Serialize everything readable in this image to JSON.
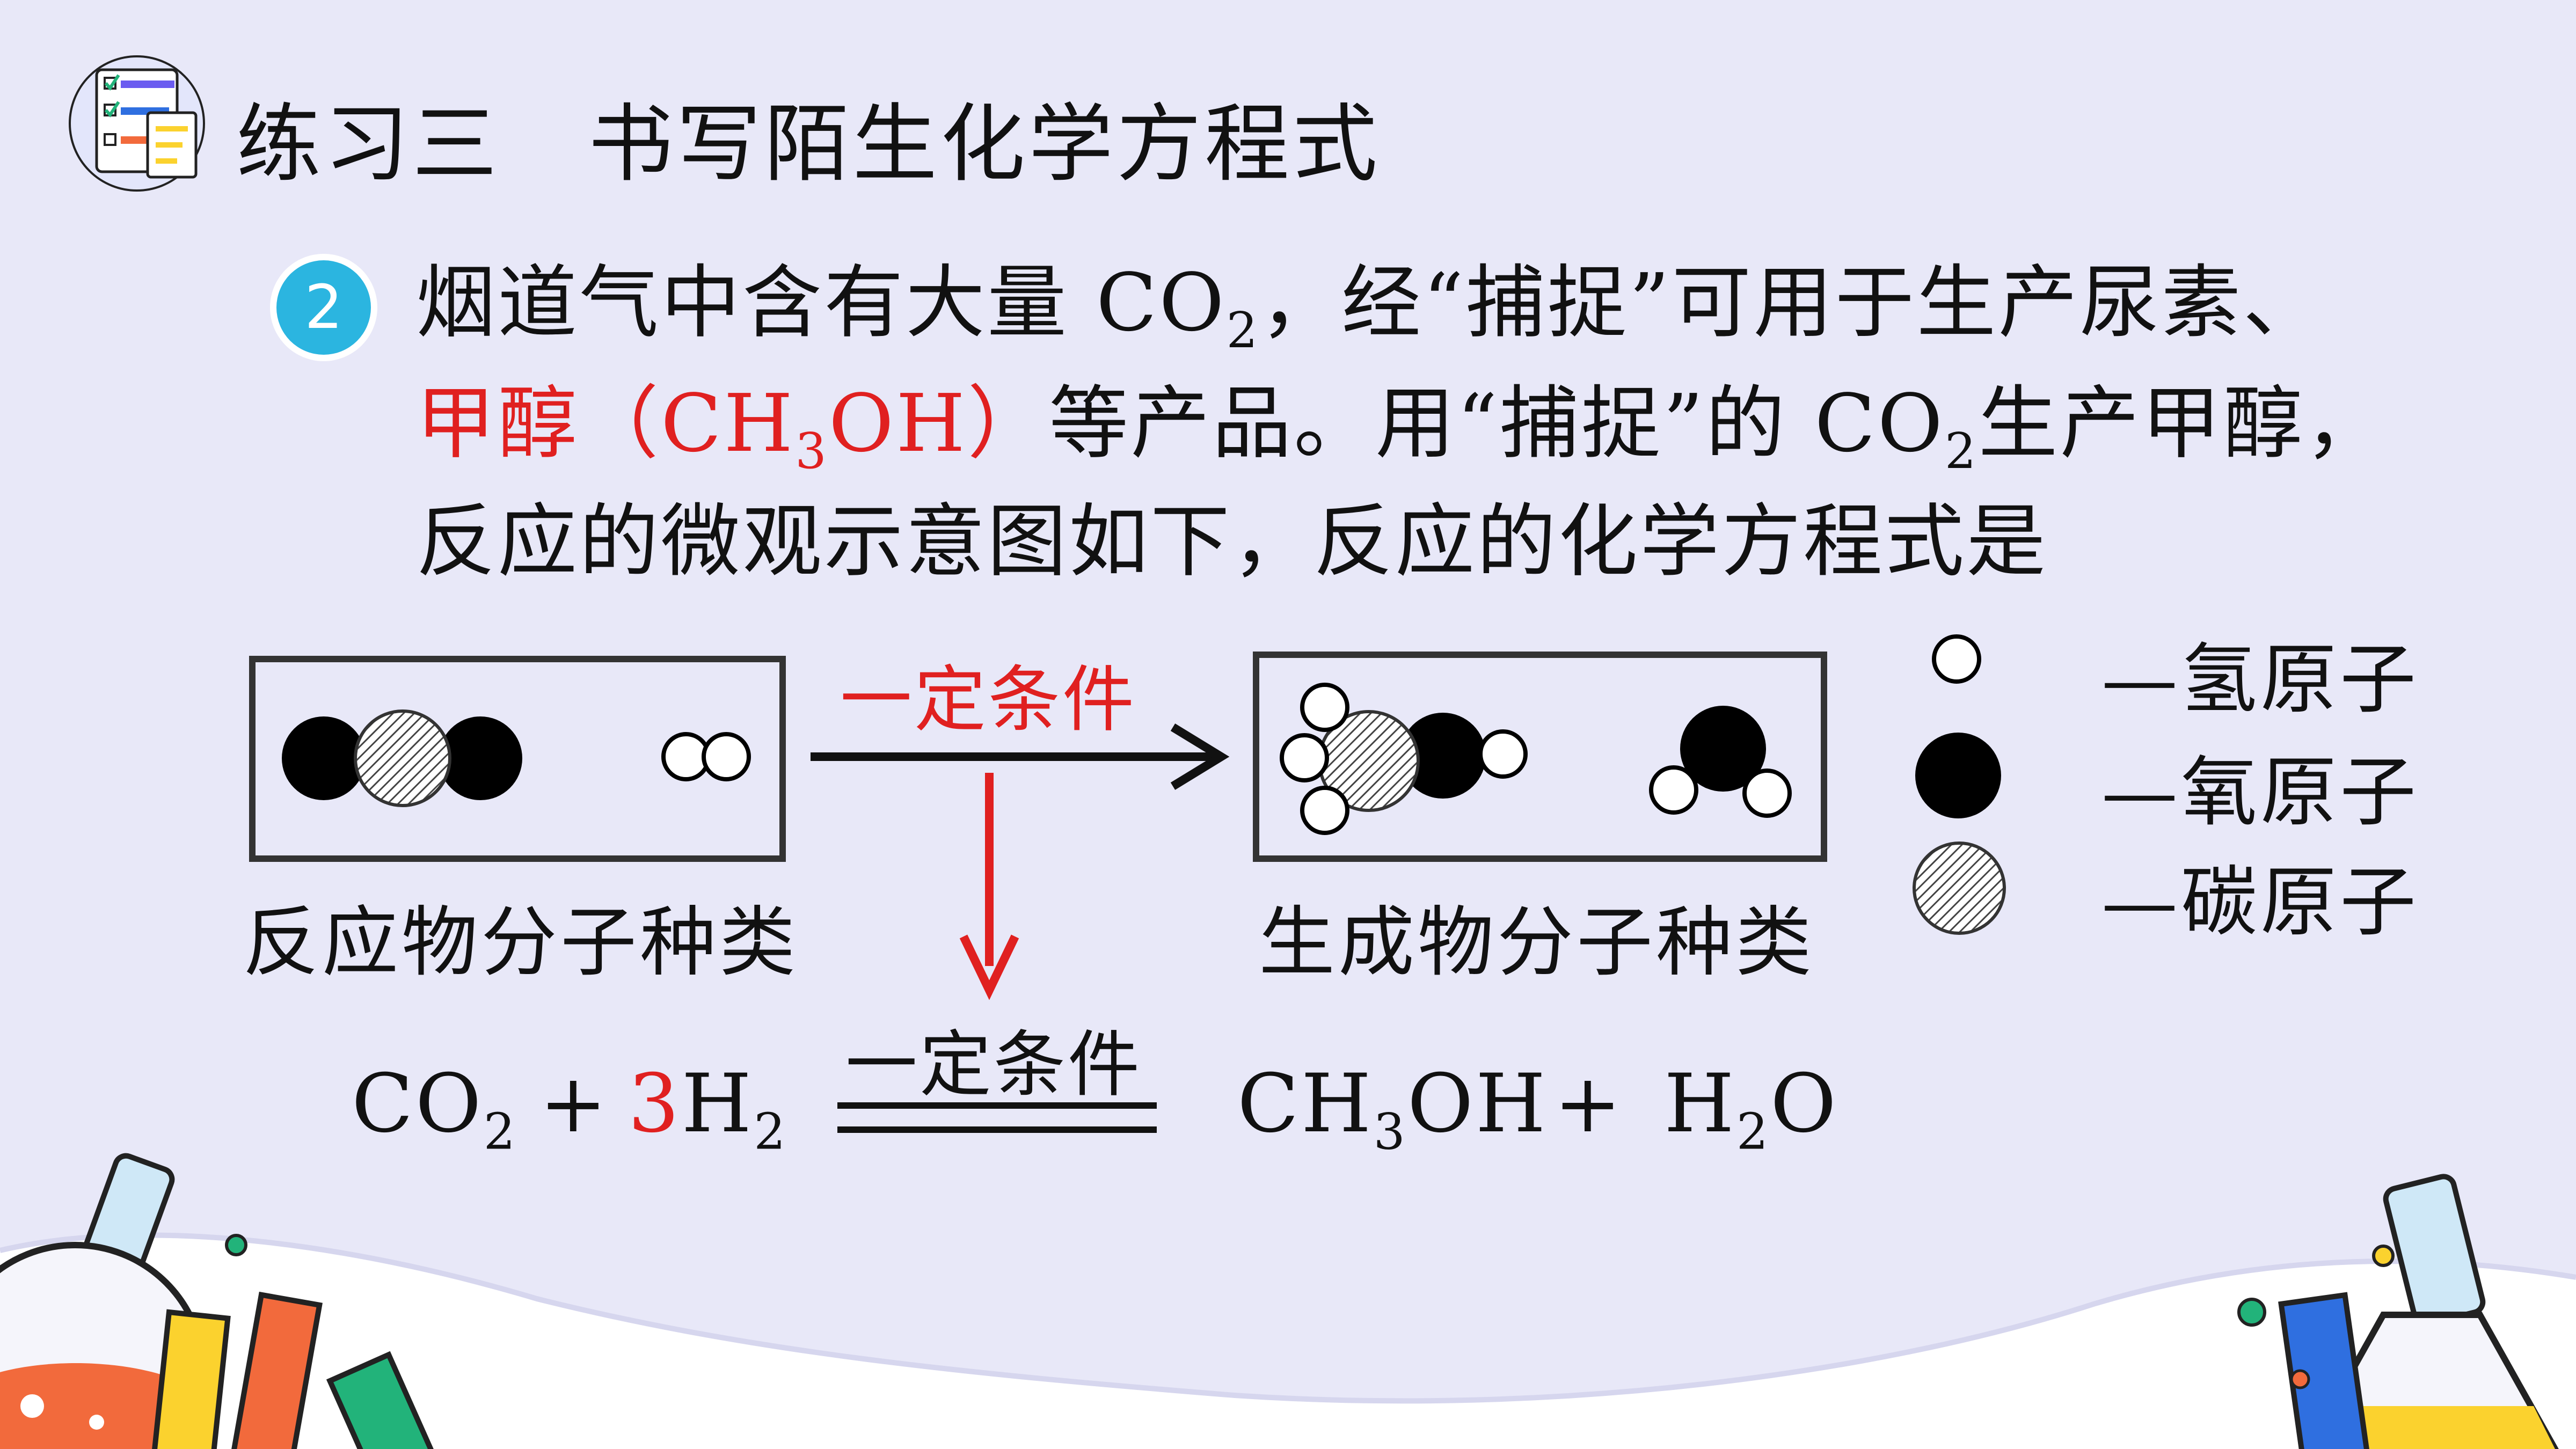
{
  "title": {
    "text": "练习三　书写陌生化学方程式"
  },
  "question": {
    "number": "2",
    "line1": {
      "pre": "烟道气中含有大量 CO",
      "sub": "2",
      "post": "，经“捕捉”可用于生产尿素、"
    },
    "line2": {
      "red_pre": "甲醇（CH",
      "red_sub": "3",
      "red_post": "OH）",
      "pre": "等产品。用“捕捉”的 CO",
      "sub": "2",
      "post": "生产甲醇，"
    },
    "line3": "反应的微观示意图如下，反应的化学方程式是"
  },
  "diagram": {
    "reaction_condition": "一定条件",
    "reactant_label": "反应物分子种类",
    "product_label": "生成物分子种类"
  },
  "legend": {
    "hydrogen": "—氢原子",
    "oxygen": "—氧原子",
    "carbon": "—碳原子"
  },
  "equation": {
    "co2": {
      "main": "CO",
      "sub": "2"
    },
    "plus1": "+",
    "coef": "3",
    "h2": {
      "main": "H",
      "sub": "2"
    },
    "condition": "一定条件",
    "ch3oh": {
      "a": "CH",
      "sub": "3",
      "b": "OH"
    },
    "plus2": "+",
    "h2o": {
      "a": "H",
      "sub": "2",
      "b": "O"
    }
  },
  "colors": {
    "background": "#e8e8f8",
    "accent_red": "#e02020",
    "badge": "#2bb5e0"
  }
}
